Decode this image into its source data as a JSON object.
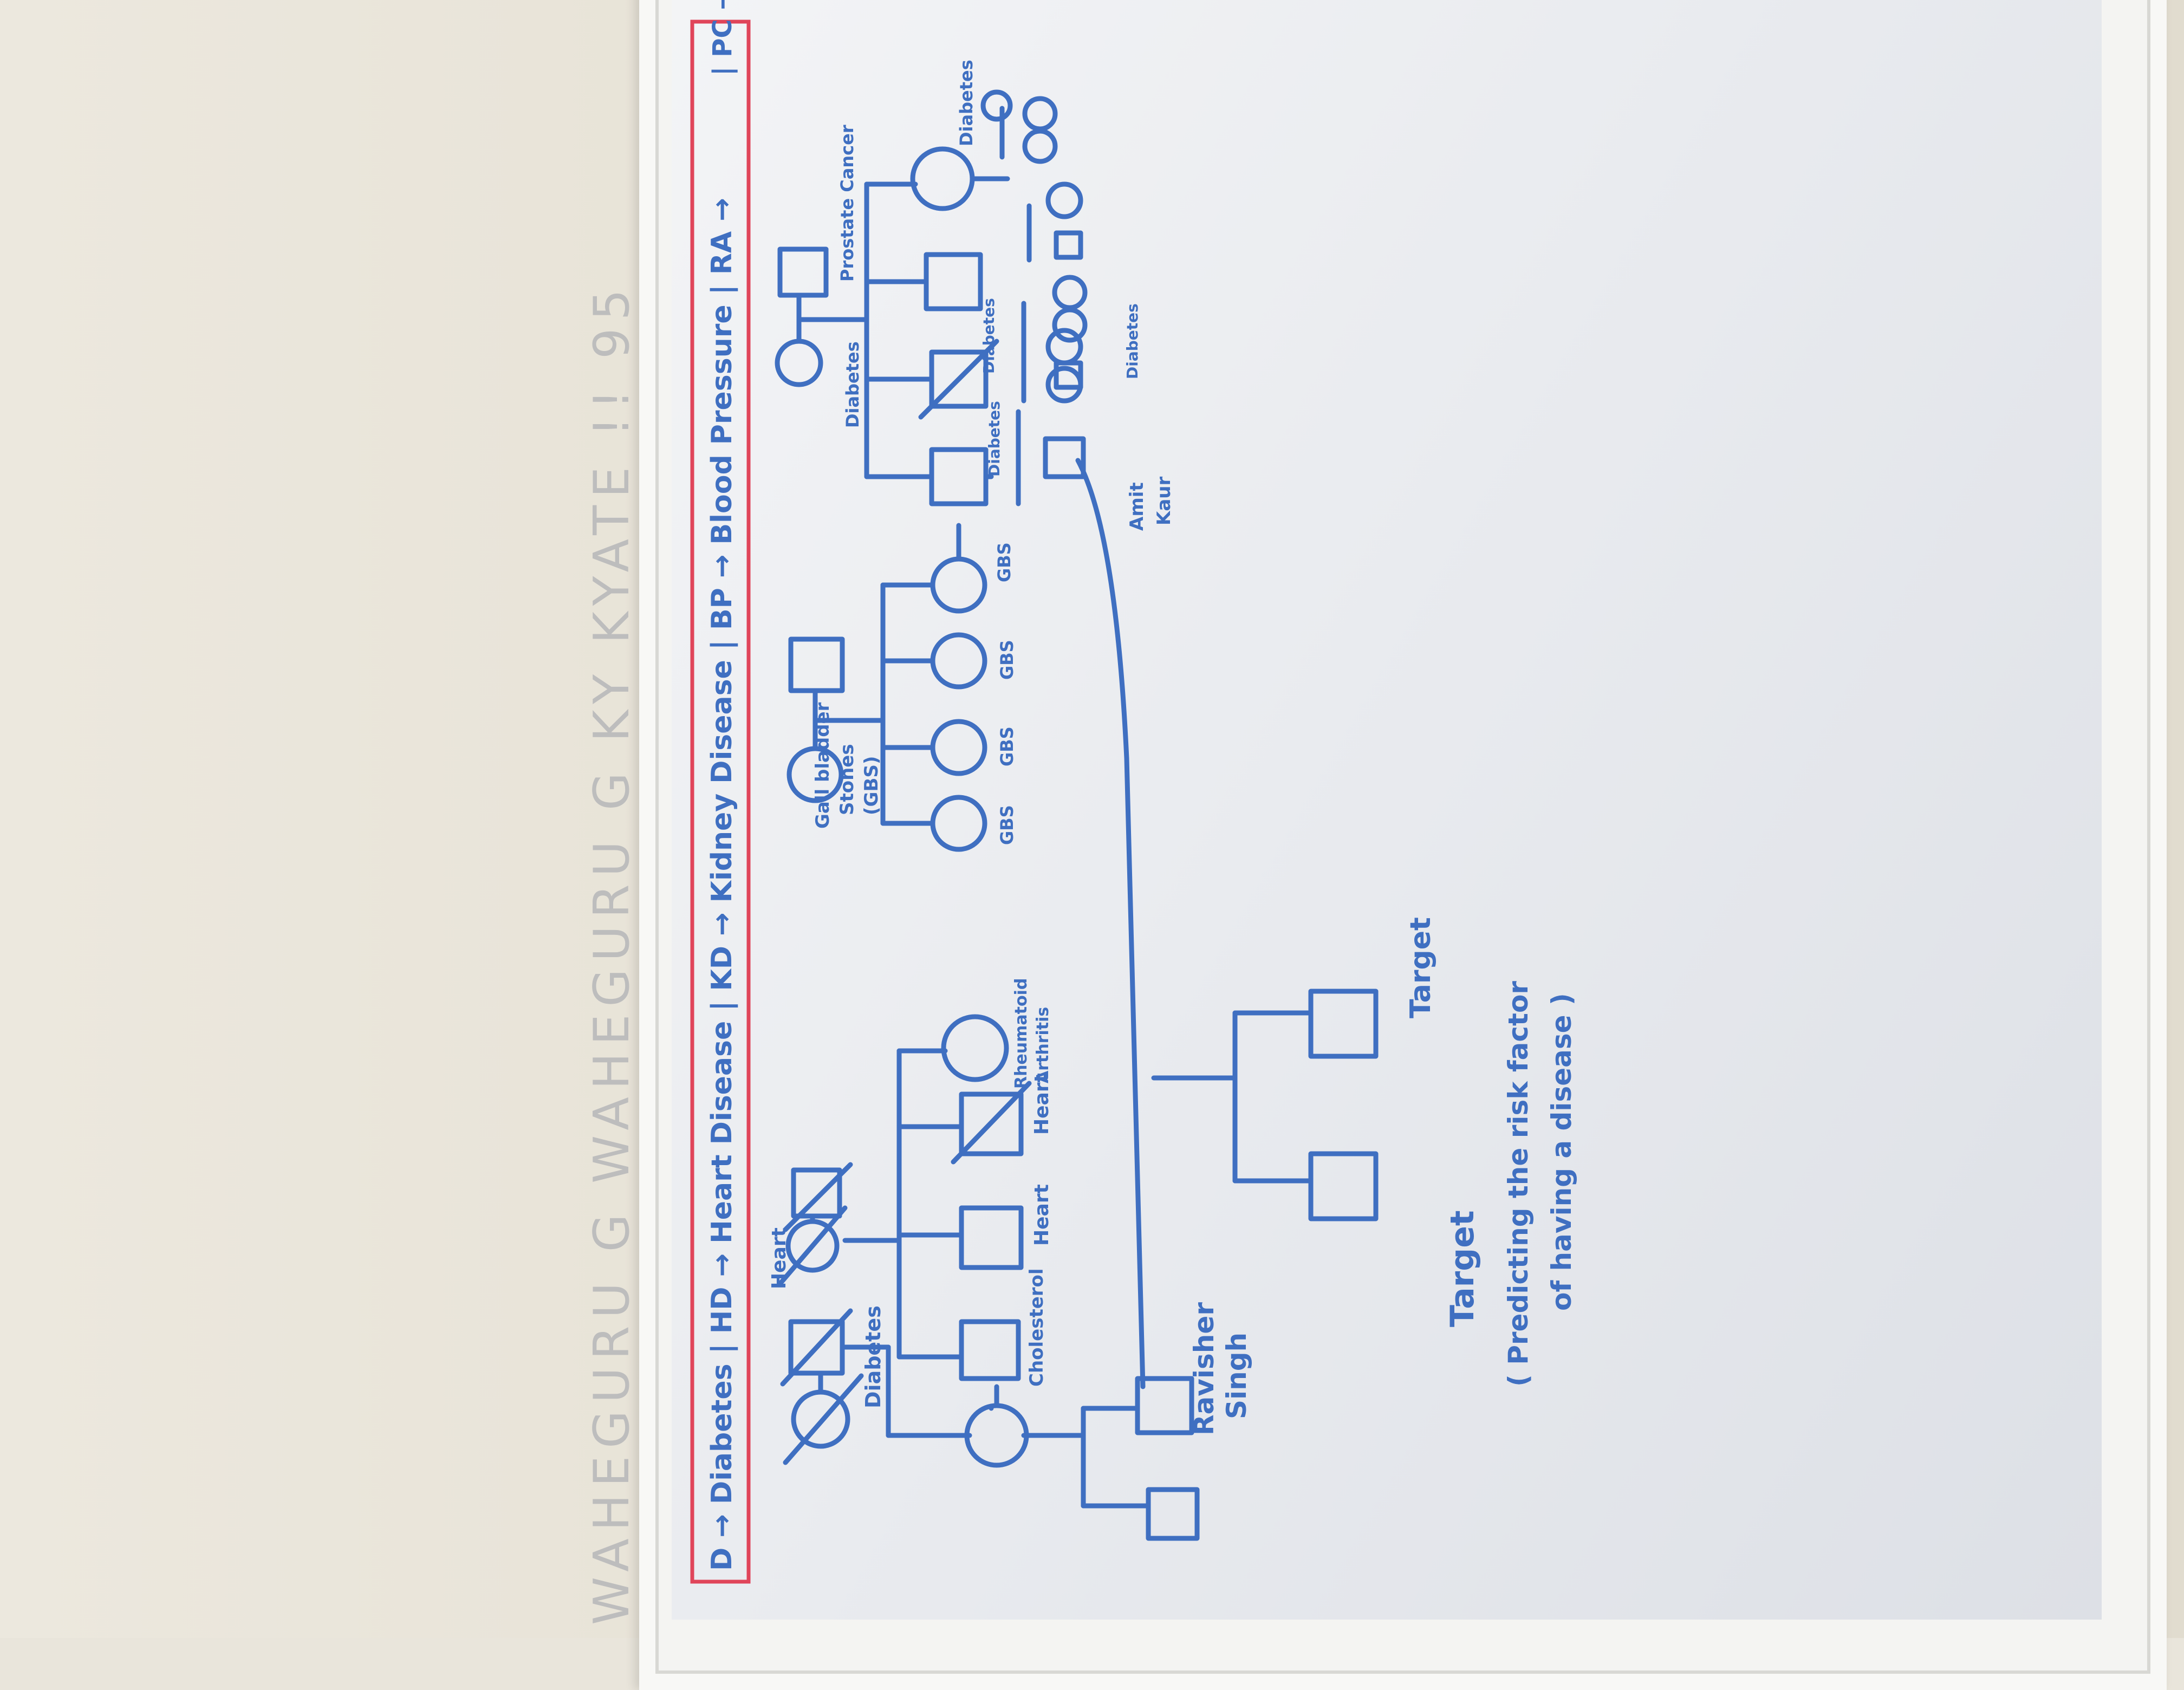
{
  "header_faint": "WAHEGURU G WAHEGURU G KY KYATE !! 95",
  "legend_left": "D → Diabetes | HD → Heart Disease | KD → Kidney Disease | BP → Blood Pressure | RA →",
  "legend_right": "| PC → Pro",
  "labels": {
    "diabetes_ggf": "Diabetes",
    "heart_ggm": "Heart",
    "cholesterol": "Cholesterol",
    "heart_uncle": "Heart",
    "heart_uncle2": "Heart",
    "rheumatoid_line1": "Rheumatoid",
    "rheumatoid_line2": "Arthritis",
    "ravisher_line1": "Ravisher",
    "ravisher_line2": "Singh",
    "gallbladder_line1": "Gall bladder",
    "gallbladder_line2": "Stones",
    "gallbladder_line3": "(GBS)",
    "gbs1": "GBS",
    "gbs2": "GBS",
    "gbs3": "GBS",
    "gbs4": "GBS",
    "diabetes_right": "Diabetes",
    "prostate_cancer": "Prostate Cancer",
    "diabetes_right2": "Diabetes",
    "diabetes_uncle": "Diabetes",
    "diabetes_uncle2": "Diabetes",
    "diabetes_cousin": "Diabetes",
    "amit_line1": "Amit",
    "amit_line2": "Kaur",
    "target_child": "Target",
    "target_title": "Target",
    "target_desc_line1": "( Predicting the risk factor",
    "target_desc_line2": "of having a disease )"
  }
}
